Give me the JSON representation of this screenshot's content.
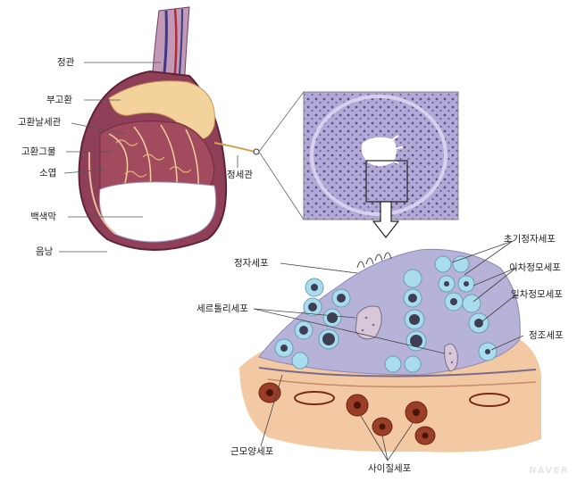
{
  "labels": {
    "vas_deferens": "정관",
    "epididymis": "부고환",
    "efferent_ducts": "고환날세관",
    "rete_testis": "고환그물",
    "lobule": "소엽",
    "tunica_albuginea": "백색막",
    "scrotum": "음낭",
    "seminiferous_tubule": "정세관",
    "spermatozoa": "정자세포",
    "sertoli_cells": "세르톨리세포",
    "spermatogonia": "초기정자세포",
    "secondary_spermatocyte": "이차정모세포",
    "primary_spermatocyte": "일차정모세포",
    "spermatid": "정조세포",
    "myoid_cells": "근모양세포",
    "interstitial_cells": "사이질세포"
  },
  "watermark": "NAVER",
  "colors": {
    "testis_body": "#8f3f58",
    "epididymis": "#f4d29c",
    "tunica": "#ffffff",
    "tubule_stain": "#a99fcf",
    "cell_cyan": "#a9dcec",
    "nucleus": "#3e3f55",
    "interstitial": "#f2c9a2",
    "interstitial_cell": "#9a3e28"
  }
}
